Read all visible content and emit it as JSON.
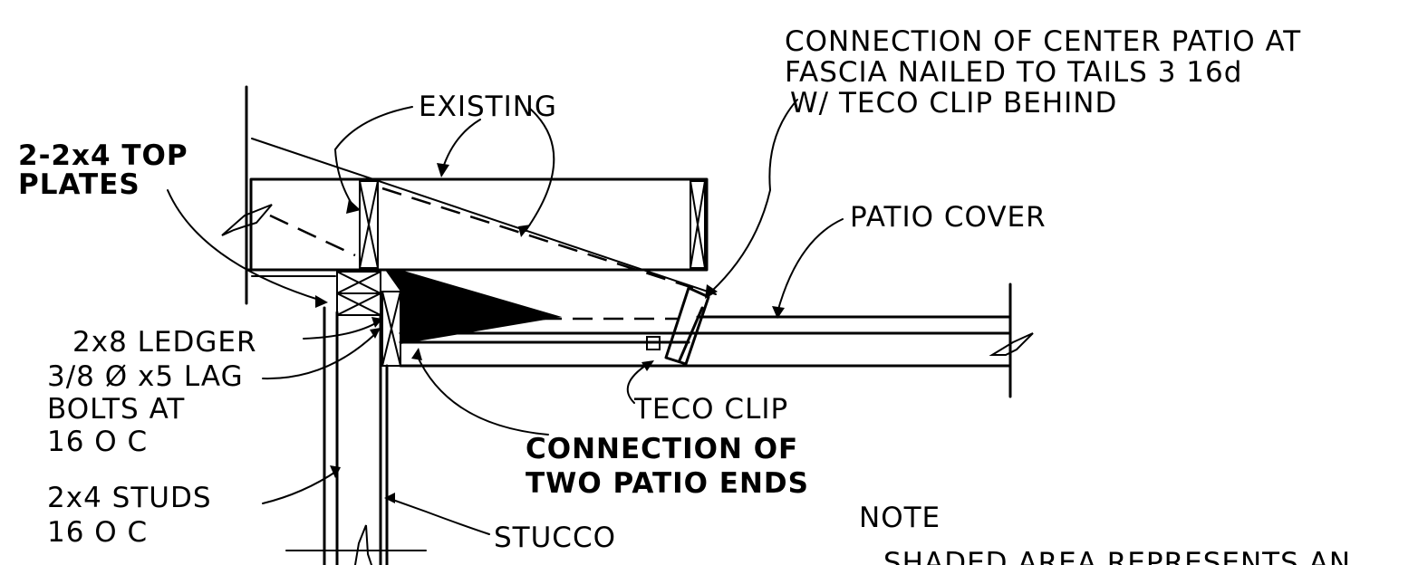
{
  "colors": {
    "ink": "#000000",
    "paper": "#ffffff"
  },
  "labels": {
    "connection_center_line1": "CONNECTION OF CENTER PATIO AT",
    "connection_center_line2": "FASCIA NAILED TO TAILS 3  16d",
    "connection_center_line3": "W/ TECO CLIP BEHIND",
    "existing": "EXISTING",
    "top_plates_line1": "2-2x4 TOP",
    "top_plates_line2": "PLATES",
    "patio_cover": "PATIO COVER",
    "ledger": "2x8 LEDGER",
    "lag_bolts_line1": "3/8 Ø x5 LAG",
    "lag_bolts_line2": "BOLTS AT",
    "lag_bolts_line3": "16 O C",
    "teco_clip": "TECO CLIP",
    "connection_ends_line1": "CONNECTION OF",
    "connection_ends_line2": "TWO PATIO ENDS",
    "studs_line1": "2x4 STUDS",
    "studs_line2": "16 O C",
    "stucco": "STUCCO",
    "note_heading": "NOTE",
    "note_body": "SHADED AREA REPRESENTS AN"
  }
}
